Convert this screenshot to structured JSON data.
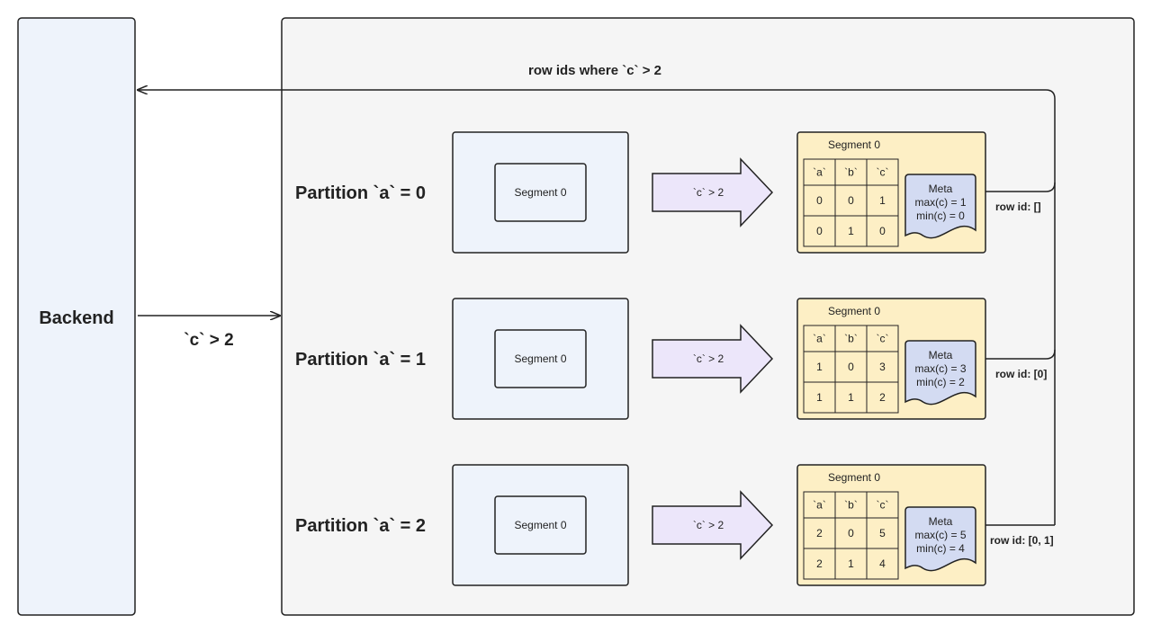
{
  "backend": {
    "label": "Backend"
  },
  "query_label": "`c` > 2",
  "return_label": "row ids where `c` > 2",
  "partitions": [
    {
      "label": "Partition `a` = 0",
      "segment_label": "Segment 0",
      "condition": "`c` > 2",
      "detail_title": "Segment 0",
      "columns": [
        "`a`",
        "`b`",
        "`c`"
      ],
      "rows": [
        [
          "0",
          "0",
          "1"
        ],
        [
          "0",
          "1",
          "0"
        ]
      ],
      "meta": {
        "title": "Meta",
        "max": "max(c) = 1",
        "min": "min(c) = 0"
      },
      "row_ids": "row id: []"
    },
    {
      "label": "Partition `a` = 1",
      "segment_label": "Segment 0",
      "condition": "`c` > 2",
      "detail_title": "Segment 0",
      "columns": [
        "`a`",
        "`b`",
        "`c`"
      ],
      "rows": [
        [
          "1",
          "0",
          "3"
        ],
        [
          "1",
          "1",
          "2"
        ]
      ],
      "meta": {
        "title": "Meta",
        "max": "max(c) = 3",
        "min": "min(c) = 2"
      },
      "row_ids": "row id: [0]"
    },
    {
      "label": "Partition `a` = 2",
      "segment_label": "Segment 0",
      "condition": "`c` > 2",
      "detail_title": "Segment 0",
      "columns": [
        "`a`",
        "`b`",
        "`c`"
      ],
      "rows": [
        [
          "2",
          "0",
          "5"
        ],
        [
          "2",
          "1",
          "4"
        ]
      ],
      "meta": {
        "title": "Meta",
        "max": "max(c) = 5",
        "min": "min(c) = 4"
      },
      "row_ids": "row id: [0, 1]"
    }
  ],
  "colors": {
    "backend_fill": "#eef3fb",
    "container_fill": "#f5f5f5",
    "segment_fill": "#eef3fb",
    "arrow_fill": "#ece6fa",
    "detail_fill": "#fdefc5",
    "meta_fill": "#d3dbf2",
    "stroke": "#222222"
  }
}
